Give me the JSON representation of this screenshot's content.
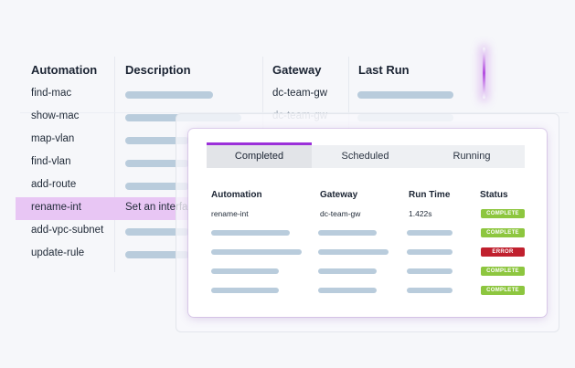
{
  "list": {
    "columns": {
      "automation": "Automation",
      "description": "Description",
      "gateway": "Gateway",
      "last_run": "Last Run"
    },
    "rows": [
      {
        "name": "find-mac",
        "gateway": "dc-team-gw"
      },
      {
        "name": "show-mac",
        "gateway": "dc-team-gw"
      },
      {
        "name": "map-vlan"
      },
      {
        "name": "find-vlan"
      },
      {
        "name": "add-route"
      },
      {
        "name": "rename-int",
        "description": "Set an interface",
        "selected": true
      },
      {
        "name": "add-vpc-subnet"
      },
      {
        "name": "update-rule"
      }
    ]
  },
  "card": {
    "tabs": [
      "Completed",
      "Scheduled",
      "Running"
    ],
    "active_tab": "Completed",
    "headers": {
      "automation": "Automation",
      "gateway": "Gateway",
      "run_time": "Run Time",
      "status": "Status"
    },
    "rows": [
      {
        "automation": "rename-int",
        "gateway": "dc-team-gw",
        "run_time": "1.422s",
        "status": "COMPLETE"
      },
      {
        "status": "COMPLETE"
      },
      {
        "status": "ERROR"
      },
      {
        "status": "COMPLETE"
      },
      {
        "status": "COMPLETE"
      }
    ]
  },
  "colors": {
    "accent": "#9b30d9",
    "highlight_row": "#e8c6f4",
    "placeholder_pill": "#b9ccdc",
    "status_complete": "#8dc63f",
    "status_error": "#c0202e"
  }
}
